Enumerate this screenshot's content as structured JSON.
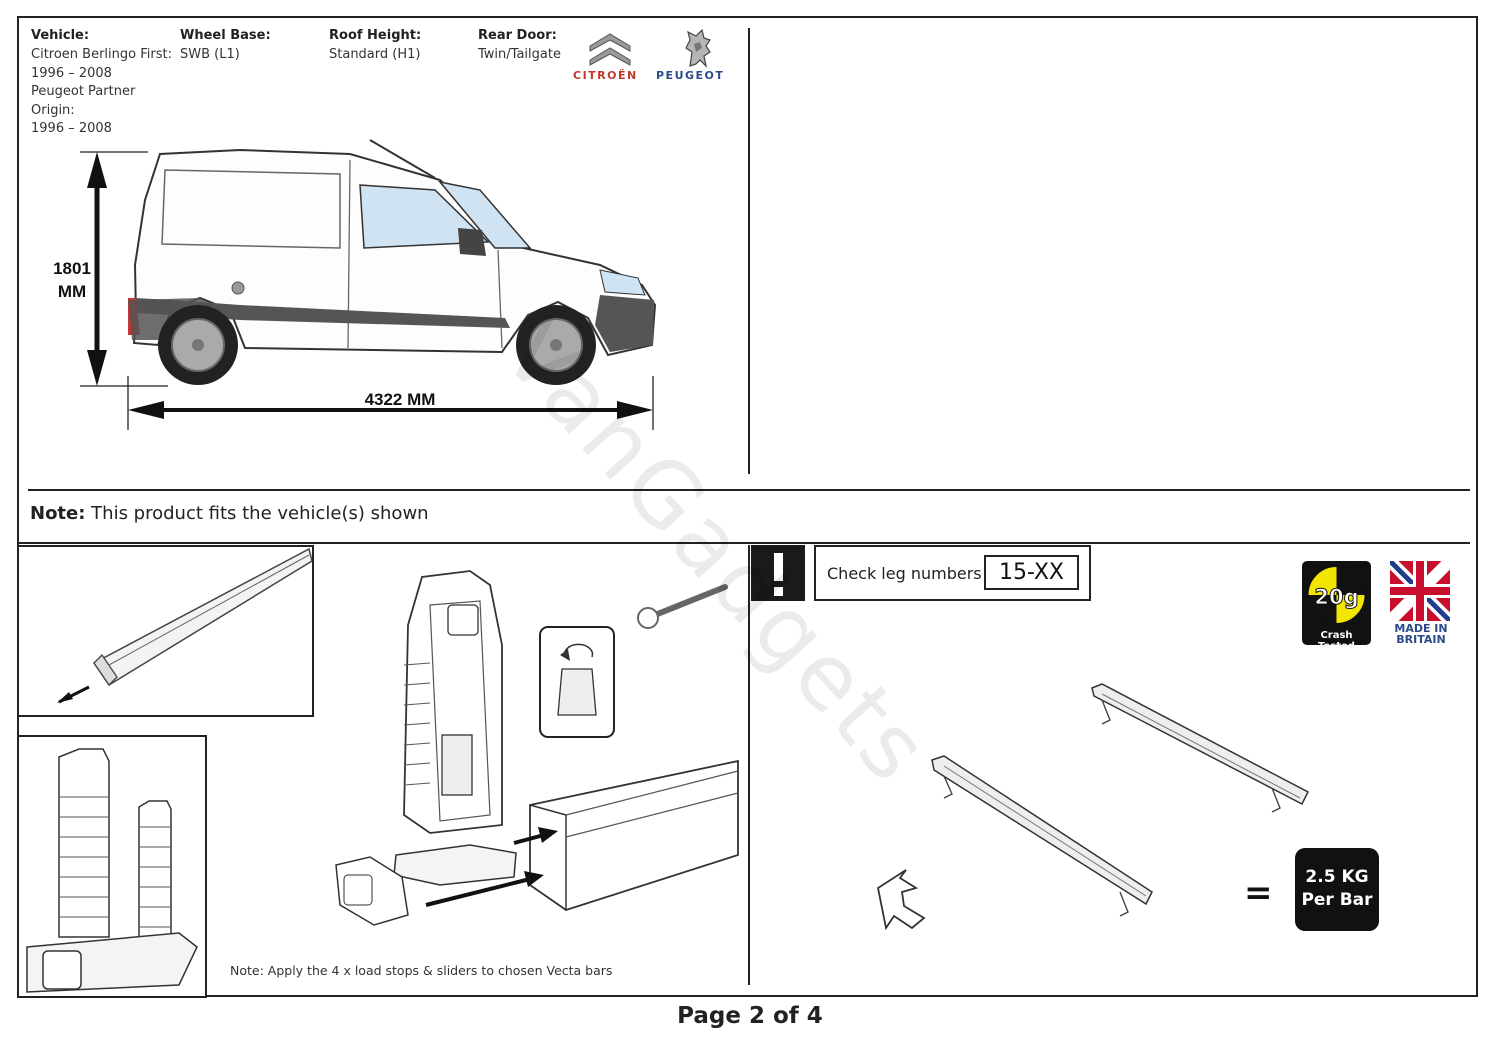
{
  "vehicle": {
    "vehicle_label": "Vehicle:",
    "vehicle_lines": [
      "Citroen Berlingo First:",
      "1996 – 2008",
      "Peugeot Partner Origin:",
      "1996 – 2008"
    ],
    "wheelbase_label": "Wheel Base:",
    "wheelbase_value": "SWB (L1)",
    "roof_label": "Roof Height:",
    "roof_value": "Standard (H1)",
    "door_label": "Rear Door:",
    "door_value": "Twin/Tailgate"
  },
  "brands": {
    "citroen": "CITROËN",
    "peugeot": "PEUGEOT"
  },
  "dimensions": {
    "height_value": "1801",
    "height_unit": "MM",
    "length": "4322 MM"
  },
  "note": {
    "prefix": "Note:",
    "text": " This product fits the vehicle(s) shown"
  },
  "install_note": "Note: Apply the 4 x load stops & sliders to chosen Vecta bars",
  "check": {
    "label": "Check leg numbers",
    "value": "15-XX"
  },
  "badges": {
    "crash_value": "20g",
    "crash_label": "Crash Tested",
    "made_line1": "MADE IN",
    "made_line2": "BRITAIN"
  },
  "weight": {
    "equals": "=",
    "line1": "2.5 KG",
    "line2": "Per Bar"
  },
  "watermark": "VanGadgets",
  "footer": "Page 2 of 4",
  "icons": [
    "citroen-logo",
    "peugeot-lion-logo",
    "warning-icon",
    "union-jack-icon",
    "wrench-icon",
    "arrow-icon"
  ],
  "colors": {
    "crash_yellow": "#f2e600",
    "flag_red": "#c8102e",
    "flag_blue": "#1f3d8a",
    "window_blue": "#cfe3f3"
  }
}
